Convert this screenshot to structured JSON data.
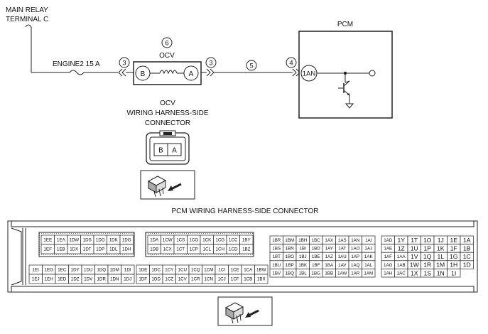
{
  "labels": {
    "main_relay_line1": "MAIN RELAY",
    "main_relay_line2": "TERMINAL C",
    "fuse": "ENGINE2 15 A",
    "pcm": "PCM",
    "ocv": "OCV",
    "pcm_pin": "1AN",
    "ocv_pin_b": "B",
    "ocv_pin_a": "A",
    "conn_title_line1": "OCV",
    "conn_title_line2": "WIRING HARNESS-SIDE",
    "conn_title_line3": "CONNECTOR",
    "conn_pin_b": "B",
    "conn_pin_a": "A",
    "pcm_connector_title": "PCM WIRING HARNESS-SIDE CONNECTOR"
  },
  "markers": {
    "left_connector": "3",
    "ocv_component": "6",
    "right_connector": "3",
    "wire": "5",
    "pcm_connector": "4"
  },
  "pcm_connector": {
    "block_d": [
      [
        "1EE",
        "1EA",
        "1DW",
        "1DS",
        "1DO",
        "1DK",
        "1DG"
      ],
      [
        "1EF",
        "1EB",
        "1DX",
        "1DT",
        "1DP",
        "1DL",
        "1DH"
      ]
    ],
    "block_c": [
      [
        "1DA",
        "1CW",
        "1CS",
        "1CO",
        "1CK",
        "1CG",
        "1CC",
        "1BY"
      ],
      [
        "1DB",
        "1CX",
        "1CT",
        "1CP",
        "1CL",
        "1CH",
        "1CD",
        "1BZ"
      ]
    ],
    "block_e": [
      [
        "1EI",
        "1EG",
        "1EC",
        "1DY",
        "1DU",
        "1DQ",
        "1DM",
        "1DI"
      ],
      [
        "1EJ",
        "1EH",
        "1ED",
        "1DZ",
        "1DV",
        "1DR",
        "1DN",
        "1DJ"
      ]
    ],
    "block_f": [
      [
        "1DE",
        "1DC",
        "1CY",
        "1CU",
        "1CQ",
        "1CM",
        "1CI",
        "1CE",
        "1CA",
        "1BW"
      ],
      [
        "1DF",
        "1DD",
        "1CZ",
        "1CV",
        "1CR",
        "1CN",
        "1CJ",
        "1CF",
        "1CB",
        "1BX"
      ]
    ],
    "block_b": [
      [
        "1BR",
        "1BM",
        "1BH",
        "1BC",
        "1AX",
        "1AS",
        "1AN",
        "1AI"
      ],
      [
        "1BS",
        "1BN",
        "1BI",
        "1BD",
        "1AY",
        "1AT",
        "1AO",
        "1AJ"
      ],
      [
        "1BT",
        "1BO",
        "1BJ",
        "1BE",
        "1AZ",
        "1AU",
        "1AP",
        "1AK"
      ],
      [
        "1BU",
        "1BP",
        "1BK",
        "1BF",
        "1BA",
        "1AV",
        "1AQ",
        "1AL"
      ],
      [
        "1BV",
        "1BQ",
        "1BL",
        "1BG",
        "1BB",
        "1AW",
        "1AR",
        "1AM"
      ]
    ],
    "block_a": [
      [
        "1AD",
        "1Y",
        "1T",
        "1O",
        "1J",
        "1E",
        "1A"
      ],
      [
        "1AE",
        "1Z",
        "1U",
        "1P",
        "1K",
        "1F",
        "1B"
      ],
      [
        "1AF",
        "1AA",
        "1V",
        "1Q",
        "1L",
        "1G",
        "1C"
      ],
      [
        "1AG",
        "1AB",
        "1W",
        "1R",
        "1M",
        "1H",
        "1D"
      ],
      [
        "1AH",
        "1AC",
        "1X",
        "1S",
        "1N",
        "1I"
      ]
    ]
  }
}
